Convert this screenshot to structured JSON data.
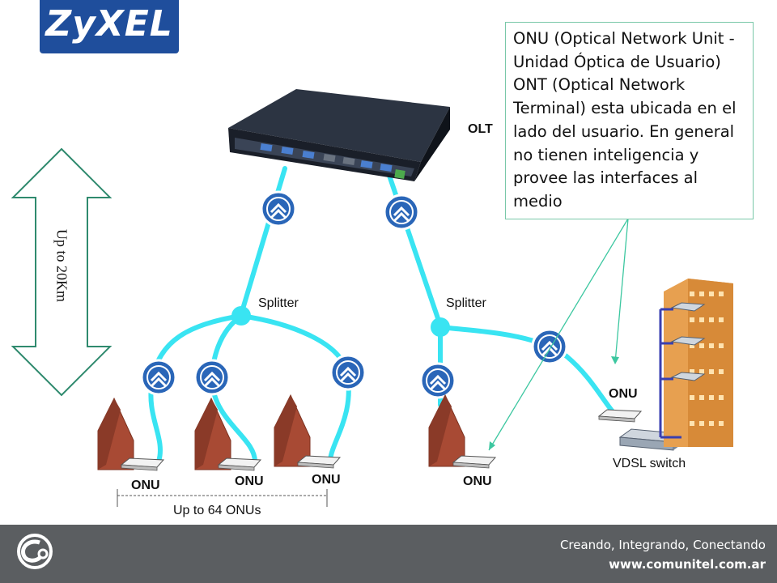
{
  "brand": {
    "logo_text": "ZyXEL"
  },
  "callout": {
    "text": "ONU (Optical Network Unit - Unidad Óptica de Usuario) ONT (Optical Network Terminal) esta ubicada en el lado del usuario.  En general no tienen inteligencia y provee las interfaces al medio"
  },
  "diagram": {
    "olt_label": "OLT",
    "splitter_labels": [
      "Splitter",
      "Splitter"
    ],
    "onu_label": "ONU",
    "vdsl_switch_label": "VDSL switch",
    "distance_label": "Up to 20Km",
    "onu_count_label": "Up to 64 ONUs"
  },
  "footer": {
    "tagline": "Creando, Integrando, Conectando",
    "website": "www.comunitel.com.ar"
  },
  "colors": {
    "fiber": "#39e4f2",
    "arrow_outline": "#2f8a6e",
    "callout_border": "#79c8a8",
    "house": "#a84a34",
    "footer_bg": "#5b5e61",
    "logo_bg": "#1f4e9c",
    "building": "#e7a050"
  }
}
